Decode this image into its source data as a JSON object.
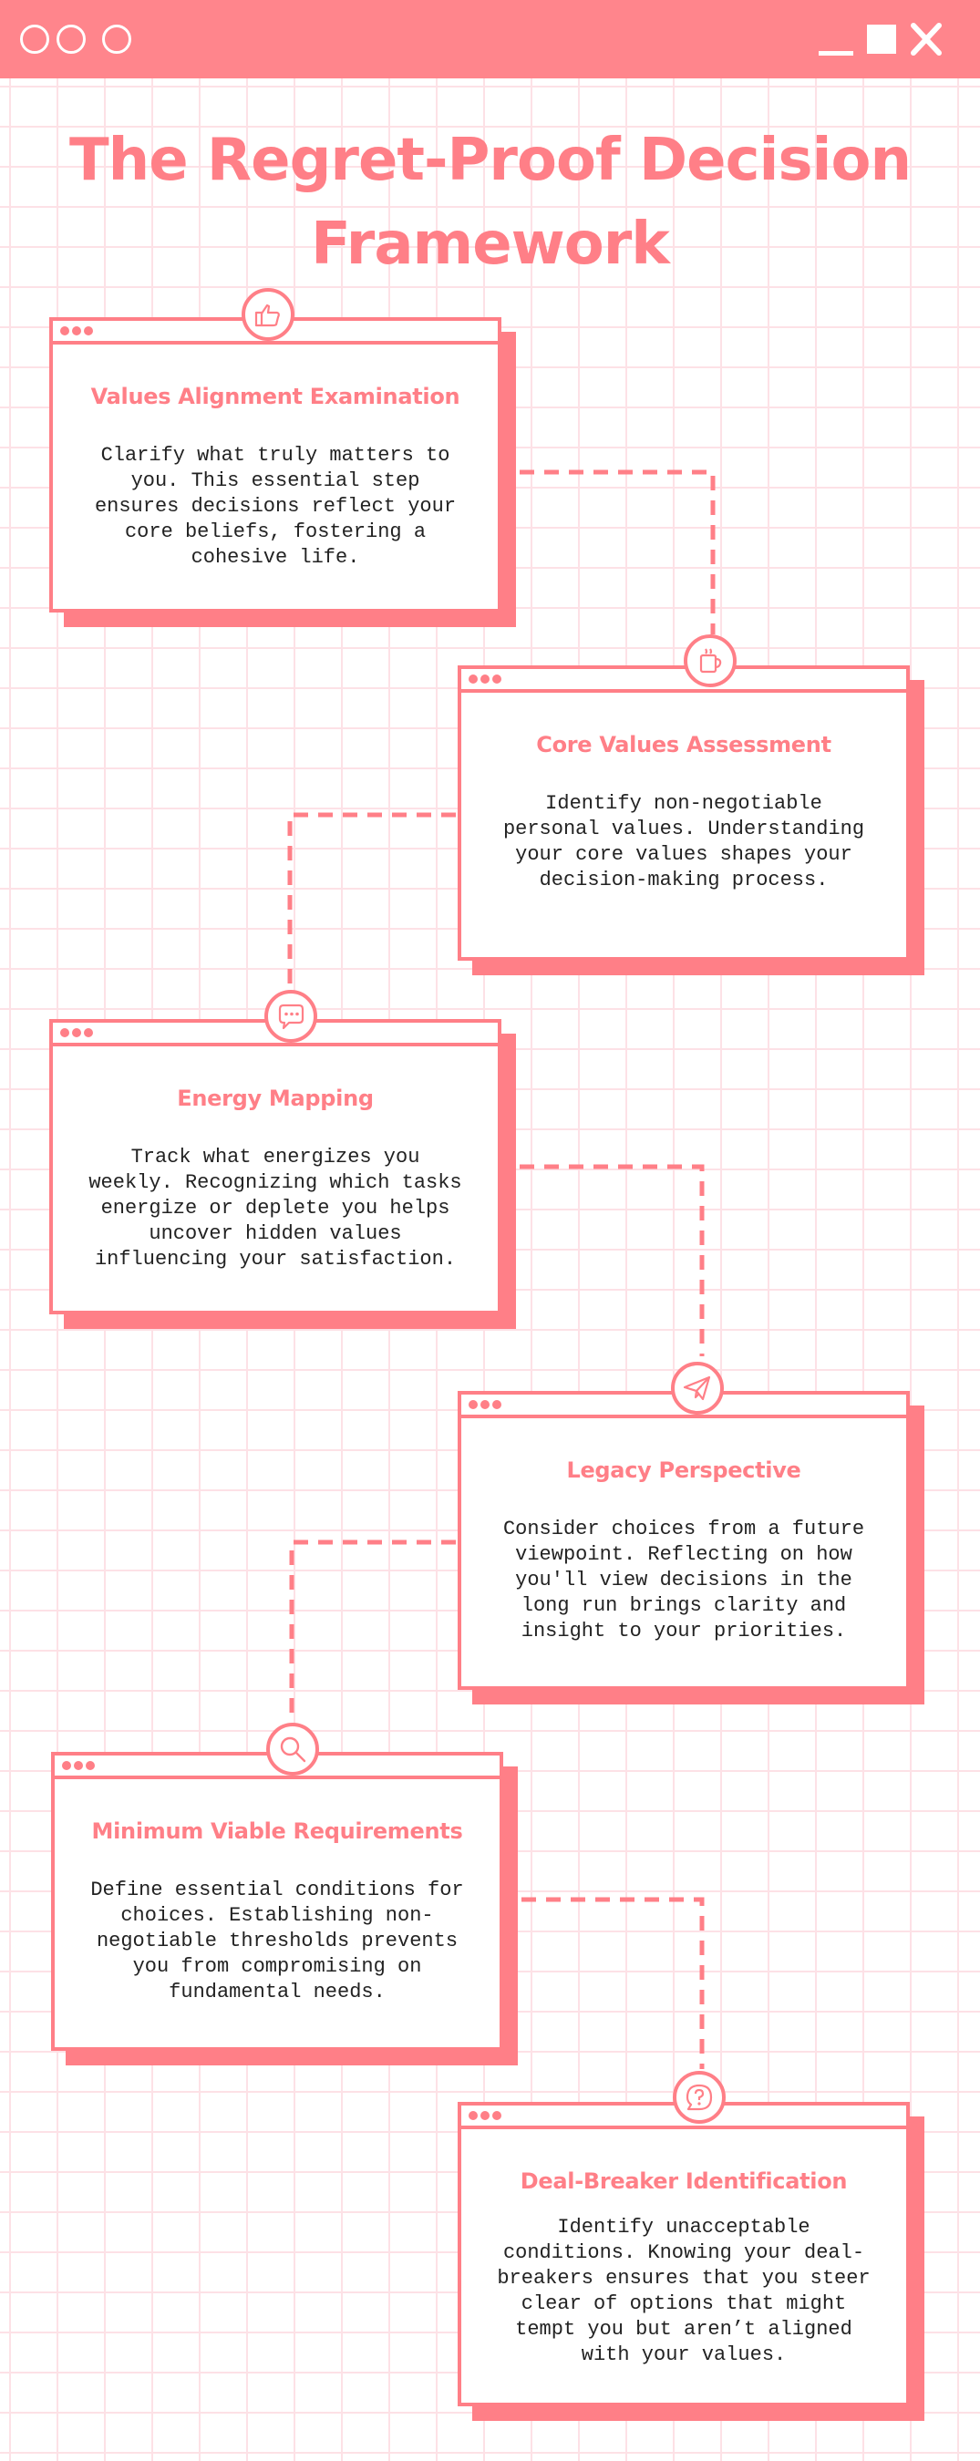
{
  "title": {
    "line1": "The Regret-Proof Decision",
    "line2": "Framework"
  },
  "colors": {
    "accent": "#ff7f87",
    "grid": "#fde1e6",
    "text": "#222222"
  },
  "window_controls": [
    "circle",
    "circle",
    "circle",
    "minimize-icon",
    "maximize-icon",
    "close-icon"
  ],
  "steps": [
    {
      "title": "Values Alignment Examination",
      "body": "Clarify what truly matters to you. This essential step ensures decisions reflect your core beliefs, fostering a cohesive life.",
      "icon": "thumbs-up-icon"
    },
    {
      "title": "Core Values Assessment",
      "body": "Identify non-negotiable personal values. Understanding your core values shapes your decision-making process.",
      "icon": "coffee-cup-icon"
    },
    {
      "title": "Energy Mapping",
      "body": "Track what energizes you weekly. Recognizing which tasks energize or deplete you helps uncover hidden values influencing your satisfaction.",
      "icon": "chat-bubble-icon"
    },
    {
      "title": "Legacy Perspective",
      "body": "Consider choices from a future viewpoint. Reflecting on how you'll view decisions in the long run brings clarity and insight to your priorities.",
      "icon": "paper-plane-icon"
    },
    {
      "title": "Minimum Viable Requirements",
      "body": "Define essential conditions for choices. Establishing non-negotiable thresholds prevents you from compromising on fundamental needs.",
      "icon": "magnifier-icon"
    },
    {
      "title": "Deal-Breaker Identification",
      "body": "Identify unacceptable conditions. Knowing your deal-breakers ensures that you steer clear of options that might tempt you but aren’t aligned with your values.",
      "icon": "question-mark-icon"
    }
  ]
}
